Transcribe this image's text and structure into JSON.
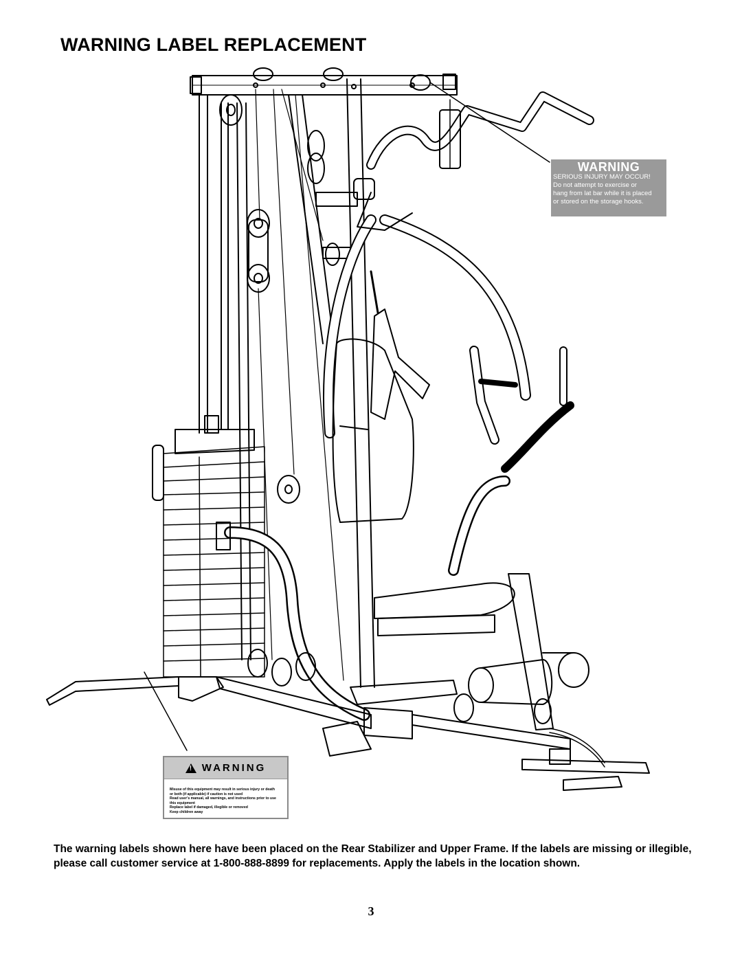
{
  "page": {
    "title": "WARNING LABEL REPLACEMENT",
    "footer_text": "The warning labels shown here have been placed on the Rear Stabilizer and Upper Frame.  If the labels are missing or illegible, please call customer service at 1-800-888-8899 for replacements.  Apply the labels in the location shown.",
    "page_number": "3"
  },
  "upper_label": {
    "title": "WARNING",
    "subtitle": "SERIOUS INJURY MAY OCCUR!",
    "lines": [
      "Do not attempt to exercise or",
      "hang from lat bar while it is placed",
      "or stored on the storage hooks."
    ],
    "colors": {
      "background": "#9a9a9a",
      "text": "#ffffff"
    }
  },
  "lower_label": {
    "title": "WARNING",
    "icon": "warning-triangle-icon",
    "lines": [
      "Misuse of this equipment may result in serious injury or death",
      "or both (if applicable) if caution is not used",
      "Read user's manual, all warnings, and instructions prior to use",
      "this equipment",
      "Replace label if damaged, illegible or removed",
      "Keep children away"
    ]
  }
}
